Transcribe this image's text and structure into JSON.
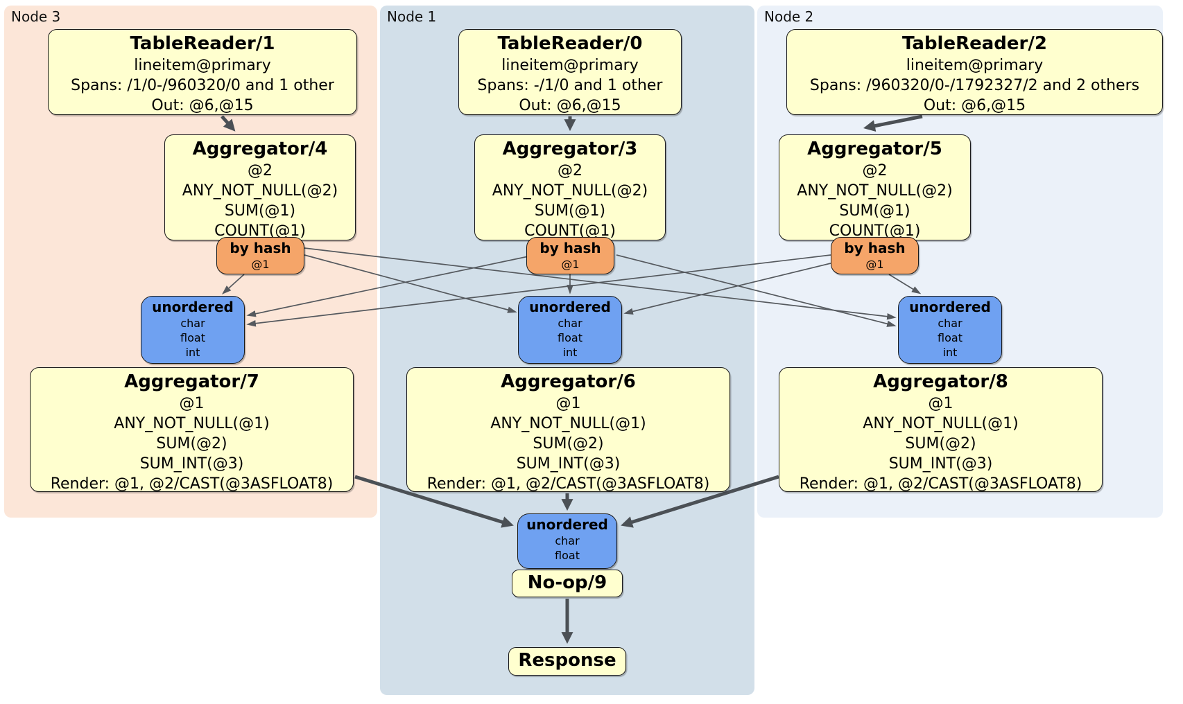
{
  "nodes": [
    {
      "label": "Node 3",
      "table_reader": {
        "title": "TableReader/1",
        "lines": [
          "lineitem@primary",
          "Spans: /1/0-/960320/0 and 1 other",
          "Out: @6,@15"
        ]
      },
      "aggregator_top": {
        "title": "Aggregator/4",
        "lines": [
          "@2",
          "ANY_NOT_NULL(@2)",
          "SUM(@1)",
          "COUNT(@1)"
        ]
      },
      "router": {
        "title": "by hash",
        "lines": [
          "@1"
        ]
      },
      "sync": {
        "title": "unordered",
        "lines": [
          "char",
          "float",
          "int"
        ]
      },
      "aggregator_bottom": {
        "title": "Aggregator/7",
        "lines": [
          "@1",
          "ANY_NOT_NULL(@1)",
          "SUM(@2)",
          "SUM_INT(@3)",
          "Render: @1, @2/CAST(@3ASFLOAT8)"
        ]
      }
    },
    {
      "label": "Node 1",
      "table_reader": {
        "title": "TableReader/0",
        "lines": [
          "lineitem@primary",
          "Spans: -/1/0 and 1 other",
          "Out: @6,@15"
        ]
      },
      "aggregator_top": {
        "title": "Aggregator/3",
        "lines": [
          "@2",
          "ANY_NOT_NULL(@2)",
          "SUM(@1)",
          "COUNT(@1)"
        ]
      },
      "router": {
        "title": "by hash",
        "lines": [
          "@1"
        ]
      },
      "sync": {
        "title": "unordered",
        "lines": [
          "char",
          "float",
          "int"
        ]
      },
      "aggregator_bottom": {
        "title": "Aggregator/6",
        "lines": [
          "@1",
          "ANY_NOT_NULL(@1)",
          "SUM(@2)",
          "SUM_INT(@3)",
          "Render: @1, @2/CAST(@3ASFLOAT8)"
        ]
      }
    },
    {
      "label": "Node 2",
      "table_reader": {
        "title": "TableReader/2",
        "lines": [
          "lineitem@primary",
          "Spans: /960320/0-/1792327/2 and 2 others",
          "Out: @6,@15"
        ]
      },
      "aggregator_top": {
        "title": "Aggregator/5",
        "lines": [
          "@2",
          "ANY_NOT_NULL(@2)",
          "SUM(@1)",
          "COUNT(@1)"
        ]
      },
      "router": {
        "title": "by hash",
        "lines": [
          "@1"
        ]
      },
      "sync": {
        "title": "unordered",
        "lines": [
          "char",
          "float",
          "int"
        ]
      },
      "aggregator_bottom": {
        "title": "Aggregator/8",
        "lines": [
          "@1",
          "ANY_NOT_NULL(@1)",
          "SUM(@2)",
          "SUM_INT(@3)",
          "Render: @1, @2/CAST(@3ASFLOAT8)"
        ]
      }
    }
  ],
  "final": {
    "sync": {
      "title": "unordered",
      "lines": [
        "char",
        "float"
      ]
    },
    "noop": {
      "title": "No-op/9"
    },
    "response": {
      "title": "Response"
    }
  },
  "colors": {
    "panel-node3": "#FCE6D8",
    "panel-node1": "#D2DFE9",
    "panel-node2": "#EBF1F9",
    "box-yellow": "#FFFFCF",
    "box-orange": "#F5A569",
    "box-blue": "#6FA1F1",
    "ink": "#1A1A1A",
    "edge": "#4B5055",
    "edge-thin": "#55595E"
  }
}
